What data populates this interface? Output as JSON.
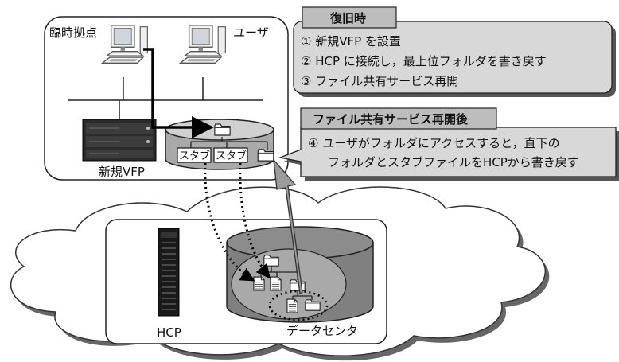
{
  "site": {
    "temp_site_label": "臨時拠点",
    "user_label": "ユーザ",
    "server_label": "新規VFP",
    "stub_labels": [
      "スタブ",
      "スタブ"
    ]
  },
  "datacenter": {
    "hcp_label": "HCP",
    "label": "データセンタ"
  },
  "recovery_box": {
    "title": "復旧時",
    "steps": [
      "① 新規VFP を設置",
      "② HCP に接続し，最上位フォルダを書き戻す",
      "③ ファイル共有サービス再開"
    ]
  },
  "after_box": {
    "title": "ファイル共有サービス再開後",
    "lines": [
      "④ ユーザがフォルダにアクセスすると，直下の",
      "フォルダとスタブファイルをHCPから書き戻す"
    ]
  }
}
